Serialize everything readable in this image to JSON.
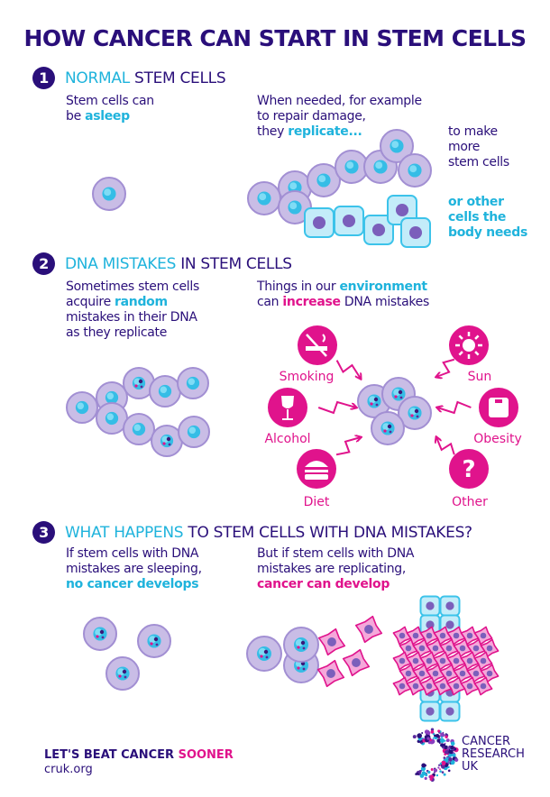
{
  "title": "HOW CANCER CAN START IN STEM CELLS",
  "colors": {
    "navy": "#2a0f7a",
    "cyan": "#1fb3dc",
    "magenta": "#e0138c",
    "cell": "#c9bde6"
  },
  "s1": {
    "num": "1",
    "h_hl": "NORMAL",
    "h_rest": " STEM CELLS",
    "p1": [
      "Stem cells can",
      "be ",
      "asleep"
    ],
    "p2": [
      "When needed, for example",
      "to repair damage,",
      "they ",
      "replicate..."
    ],
    "p3": [
      "to make",
      "more",
      "stem cells"
    ],
    "p4": [
      "or other",
      "cells the",
      "body needs"
    ]
  },
  "s2": {
    "num": "2",
    "h_hl": "DNA MISTAKES",
    "h_rest": " IN STEM CELLS",
    "p1": [
      "Sometimes stem cells",
      "acquire ",
      "random",
      "mistakes in their DNA",
      "as they replicate"
    ],
    "p2": [
      "Things in our ",
      "environment",
      "can ",
      "increase",
      " DNA mistakes"
    ],
    "factors": [
      {
        "label": "Smoking",
        "icon": "smoking-icon"
      },
      {
        "label": "Sun",
        "icon": "sun-icon"
      },
      {
        "label": "Alcohol",
        "icon": "wine-glass-icon"
      },
      {
        "label": "Obesity",
        "icon": "weighing-scale-icon"
      },
      {
        "label": "Diet",
        "icon": "burger-icon"
      },
      {
        "label": "Other",
        "icon": "question-mark-icon",
        "glyph": "?"
      }
    ]
  },
  "s3": {
    "num": "3",
    "h_hl": "WHAT HAPPENS",
    "h_rest": " TO STEM CELLS WITH DNA MISTAKES?",
    "p1": [
      "If stem cells with DNA",
      "mistakes are sleeping,",
      "no cancer develops"
    ],
    "p2": [
      "But if stem cells with DNA",
      "mistakes are replicating,",
      "cancer can develop"
    ]
  },
  "footer": {
    "slogan": "LET'S BEAT CANCER ",
    "slogan_hl": "SOONER",
    "url": "cruk.org"
  },
  "logo": {
    "line1": "CANCER",
    "line2": "RESEARCH",
    "line3": "UK"
  }
}
